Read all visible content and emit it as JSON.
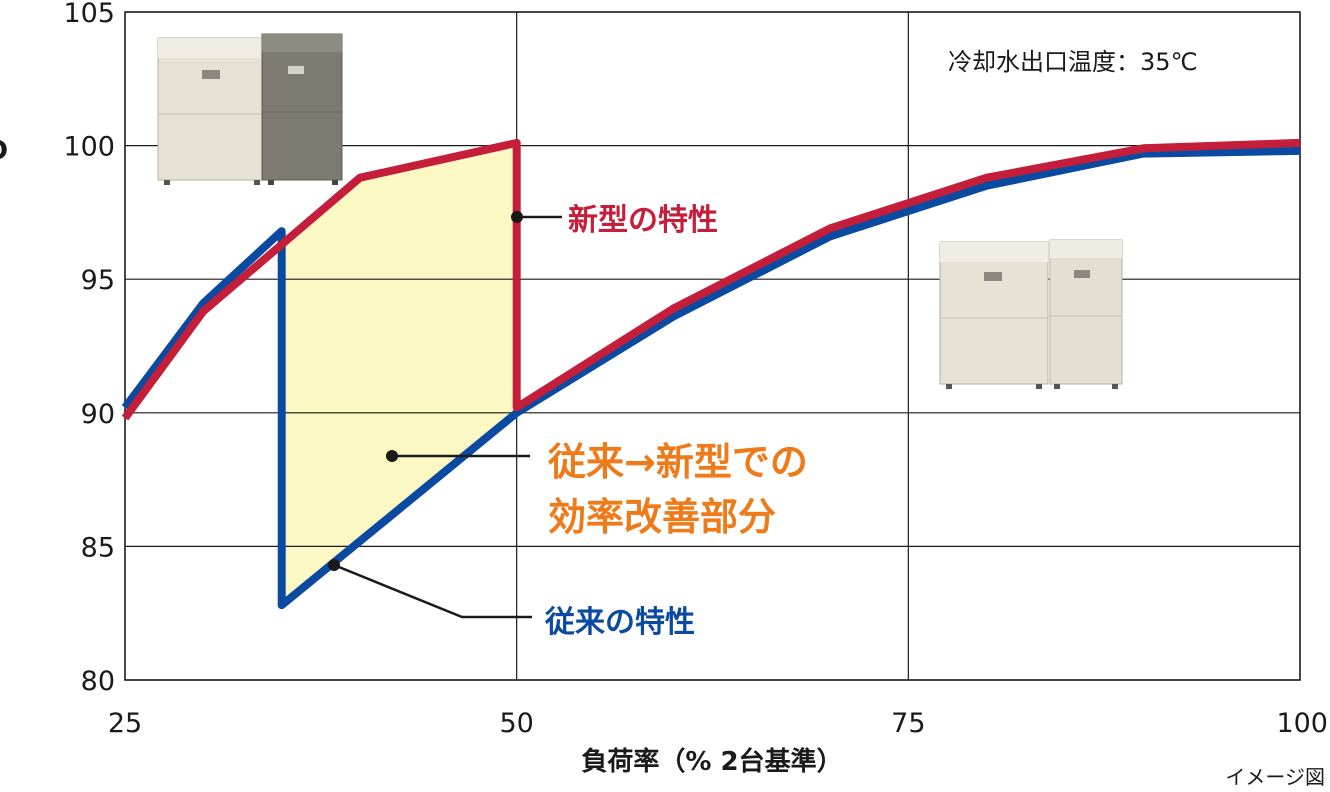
{
  "chart_data": {
    "type": "line",
    "xlabel": "負荷率（% 2台基準）",
    "ylabel": "COP変化率（% 定格条件基準）",
    "xlim": [
      25,
      100
    ],
    "ylim": [
      80,
      105
    ],
    "xticks": [
      25,
      50,
      75,
      100
    ],
    "yticks": [
      80,
      85,
      90,
      95,
      100,
      105
    ],
    "grid": true,
    "series": [
      {
        "name": "新型の特性",
        "color": "#c41e3a",
        "points": [
          [
            25,
            89.8
          ],
          [
            30,
            93.8
          ],
          [
            35,
            96.3
          ],
          [
            40,
            98.8
          ],
          [
            50,
            100.1
          ],
          [
            50,
            90.2
          ],
          [
            60,
            93.9
          ],
          [
            70,
            96.9
          ],
          [
            80,
            98.8
          ],
          [
            90,
            99.9
          ],
          [
            100,
            100.1
          ]
        ]
      },
      {
        "name": "従来の特性",
        "color": "#0a4aa0",
        "points": [
          [
            25,
            90.2
          ],
          [
            30,
            94.1
          ],
          [
            35,
            96.8
          ],
          [
            35,
            82.8
          ],
          [
            50,
            90.0
          ],
          [
            60,
            93.6
          ],
          [
            70,
            96.6
          ],
          [
            80,
            98.5
          ],
          [
            90,
            99.7
          ],
          [
            100,
            99.8
          ]
        ]
      }
    ],
    "improvement_region": {
      "label": "従来→新型での効率改善部分",
      "color": "#fbf8c4",
      "polygon": [
        [
          35,
          96.3
        ],
        [
          40,
          98.8
        ],
        [
          50,
          100.1
        ],
        [
          50,
          90.0
        ],
        [
          35,
          82.8
        ]
      ]
    },
    "annotations": {
      "condition": "冷却水出口温度：35℃",
      "new_label": "新型の特性",
      "old_label": "従来の特性",
      "improvement_line1": "従来→新型での",
      "improvement_line2": "効率改善部分",
      "note": "イメージ図"
    }
  },
  "colors": {
    "new": "#c41e3a",
    "old": "#0a4aa0",
    "fill": "#fbf8c4",
    "accent": "#ef7a1a"
  }
}
